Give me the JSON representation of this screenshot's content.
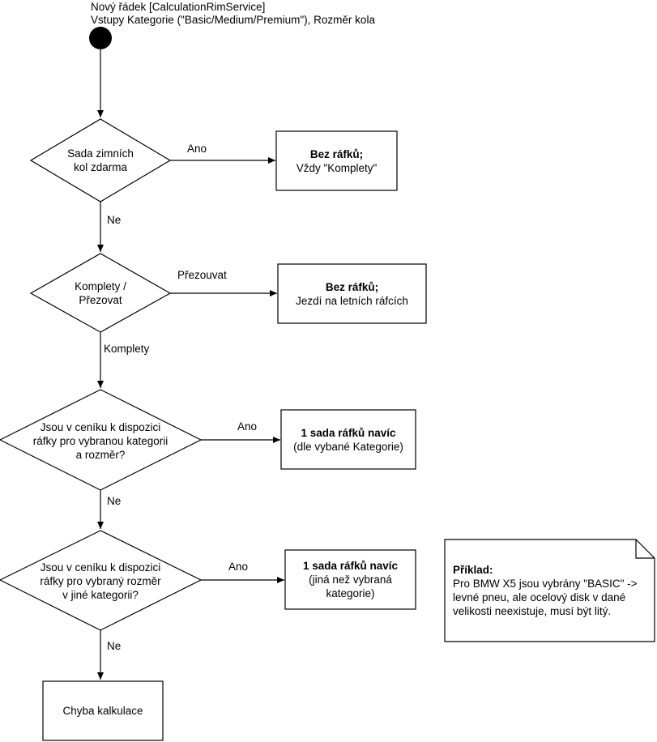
{
  "header": {
    "line1": "Nový řádek [CalculationRimService]",
    "line2": "Vstupy Kategorie (\"Basic/Medium/Premium\"), Rozměr kola"
  },
  "decisions": [
    {
      "id": "d1",
      "lines": [
        "Sada zimních",
        "kol zdarma"
      ]
    },
    {
      "id": "d2",
      "lines": [
        "Komplety /",
        "Přezovat"
      ]
    },
    {
      "id": "d3",
      "lines": [
        "Jsou v ceníku k dispozici",
        "ráfky pro vybranou kategorii",
        "a rozměr?"
      ]
    },
    {
      "id": "d4",
      "lines": [
        "Jsou v ceníku k dispozici",
        "ráfky pro vybraný rozměr",
        "v jiné kategorii?"
      ]
    }
  ],
  "results": [
    {
      "id": "r1",
      "title": "Bez ráfků;",
      "lines": [
        "Vždy \"Komplety\""
      ]
    },
    {
      "id": "r2",
      "title": "Bez ráfků;",
      "lines": [
        "Jezdí na letních ráfcích"
      ]
    },
    {
      "id": "r3",
      "title": "1 sada ráfků navíc",
      "lines": [
        "(dle vybané Kategorie)"
      ]
    },
    {
      "id": "r4",
      "title": "1 sada ráfků navíc",
      "lines": [
        "(jiná než vybraná",
        "kategorie)"
      ]
    },
    {
      "id": "r5",
      "title": "",
      "lines": [
        "Chyba kalkulace"
      ]
    }
  ],
  "edge_labels": {
    "d1_yes": "Ano",
    "d1_no": "Ne",
    "d2_right": "Přezouvat",
    "d2_down": "Komplety",
    "d3_yes": "Ano",
    "d3_no": "Ne",
    "d4_yes": "Ano",
    "d4_no": "Ne"
  },
  "note": {
    "title": "Příklad:",
    "lines": [
      "Pro BMW X5 jsou vybrány \"BASIC\" ->",
      "levné pneu, ale ocelový disk v dané",
      "velikosti neexistuje, musí být litý."
    ]
  }
}
